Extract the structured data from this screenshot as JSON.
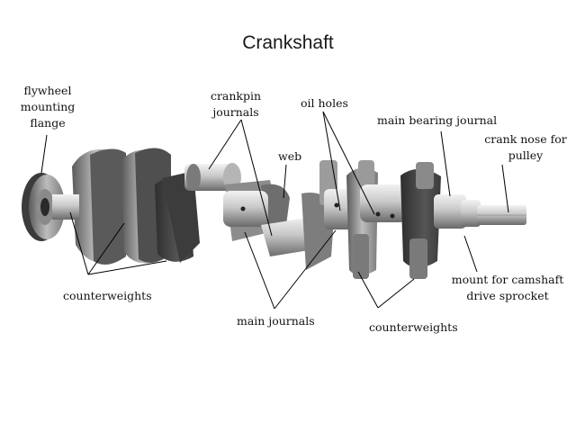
{
  "title": "Crankshaft",
  "labels": {
    "flywheel": [
      "flywheel",
      "mounting",
      "flange"
    ],
    "crankpin": [
      "crankpin",
      "journals"
    ],
    "oil_holes": "oil holes",
    "main_bearing_journal": "main bearing journal",
    "crank_nose": [
      "crank nose for",
      "pulley"
    ],
    "web": "web",
    "counterweights_left": "counterweights",
    "main_journals": "main journals",
    "counterweights_right": "counterweights",
    "mount_camshaft": [
      "mount for camshaft",
      "drive sprocket"
    ]
  },
  "colors": {
    "metal_light": "#d9d9d9",
    "metal_mid": "#9a9a9a",
    "metal_dark": "#4a4a4a",
    "leader_line": "#000000"
  }
}
